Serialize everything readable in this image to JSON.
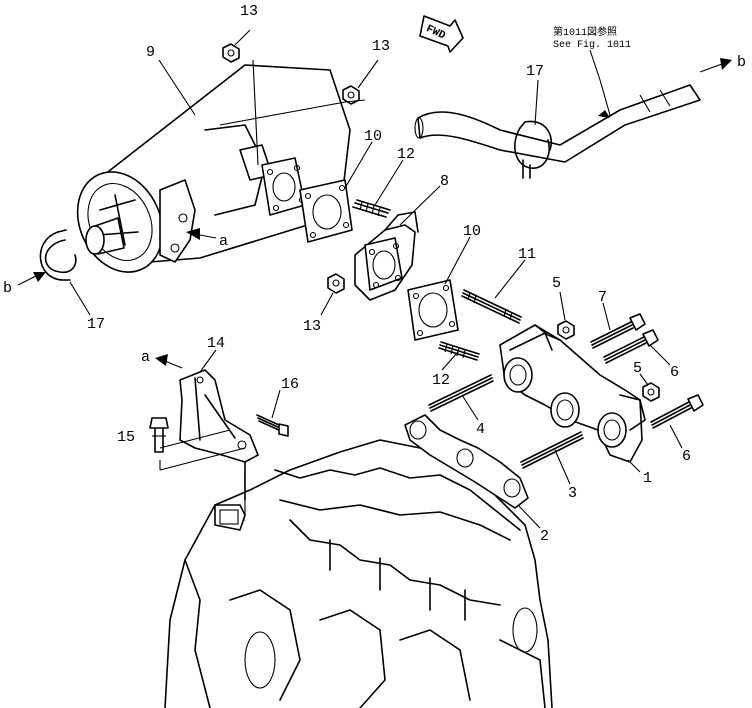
{
  "diagram": {
    "callouts": [
      {
        "id": "c1",
        "text": "1"
      },
      {
        "id": "c2",
        "text": "2"
      },
      {
        "id": "c3",
        "text": "3"
      },
      {
        "id": "c4",
        "text": "4"
      },
      {
        "id": "c5a",
        "text": "5"
      },
      {
        "id": "c5b",
        "text": "5"
      },
      {
        "id": "c6a",
        "text": "6"
      },
      {
        "id": "c6b",
        "text": "6"
      },
      {
        "id": "c7",
        "text": "7"
      },
      {
        "id": "c8",
        "text": "8"
      },
      {
        "id": "c9",
        "text": "9"
      },
      {
        "id": "c10a",
        "text": "10"
      },
      {
        "id": "c10b",
        "text": "10"
      },
      {
        "id": "c11",
        "text": "11"
      },
      {
        "id": "c12a",
        "text": "12"
      },
      {
        "id": "c12b",
        "text": "12"
      },
      {
        "id": "c13a",
        "text": "13"
      },
      {
        "id": "c13b",
        "text": "13"
      },
      {
        "id": "c13c",
        "text": "13"
      },
      {
        "id": "c14",
        "text": "14"
      },
      {
        "id": "c15",
        "text": "15"
      },
      {
        "id": "c16",
        "text": "16"
      },
      {
        "id": "c17a",
        "text": "17"
      },
      {
        "id": "c17b",
        "text": "17"
      }
    ],
    "refs": {
      "a1": "a",
      "a2": "a",
      "b1": "b",
      "b2": "b"
    },
    "fwd_label": "FWD",
    "figure_ref_jp": "第1011図参照",
    "figure_ref_en": "See Fig. 1011"
  }
}
